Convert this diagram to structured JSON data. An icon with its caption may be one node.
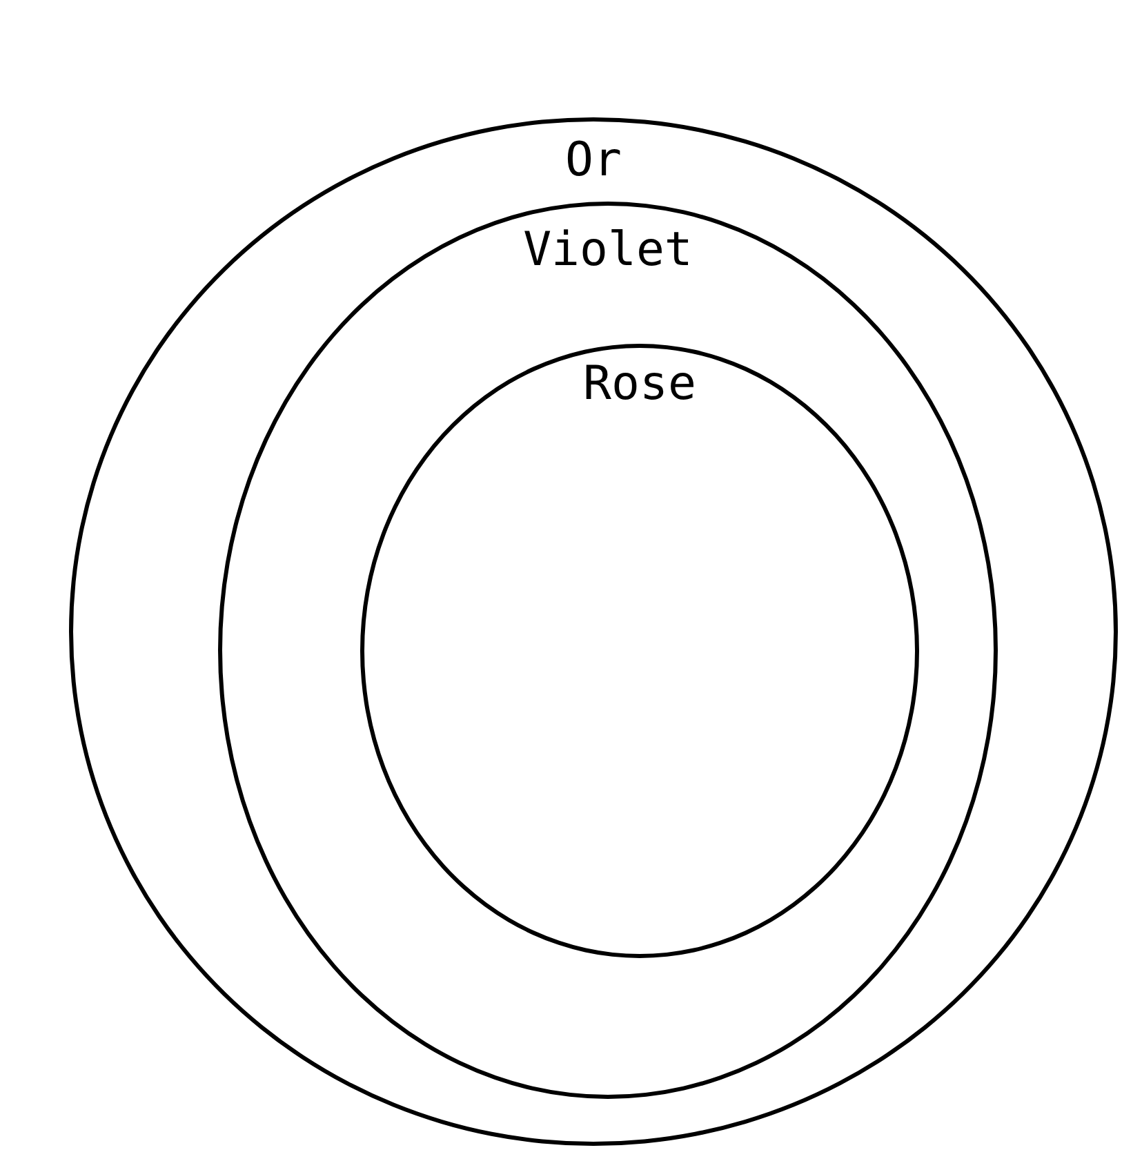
{
  "diagram": {
    "nodes": [
      {
        "text": [
          "Or"
        ]
      },
      {
        "text": [
          "Violet"
        ],
        "in": 0
      },
      {
        "text": [
          "Rose"
        ],
        "in": 1
      }
    ]
  }
}
